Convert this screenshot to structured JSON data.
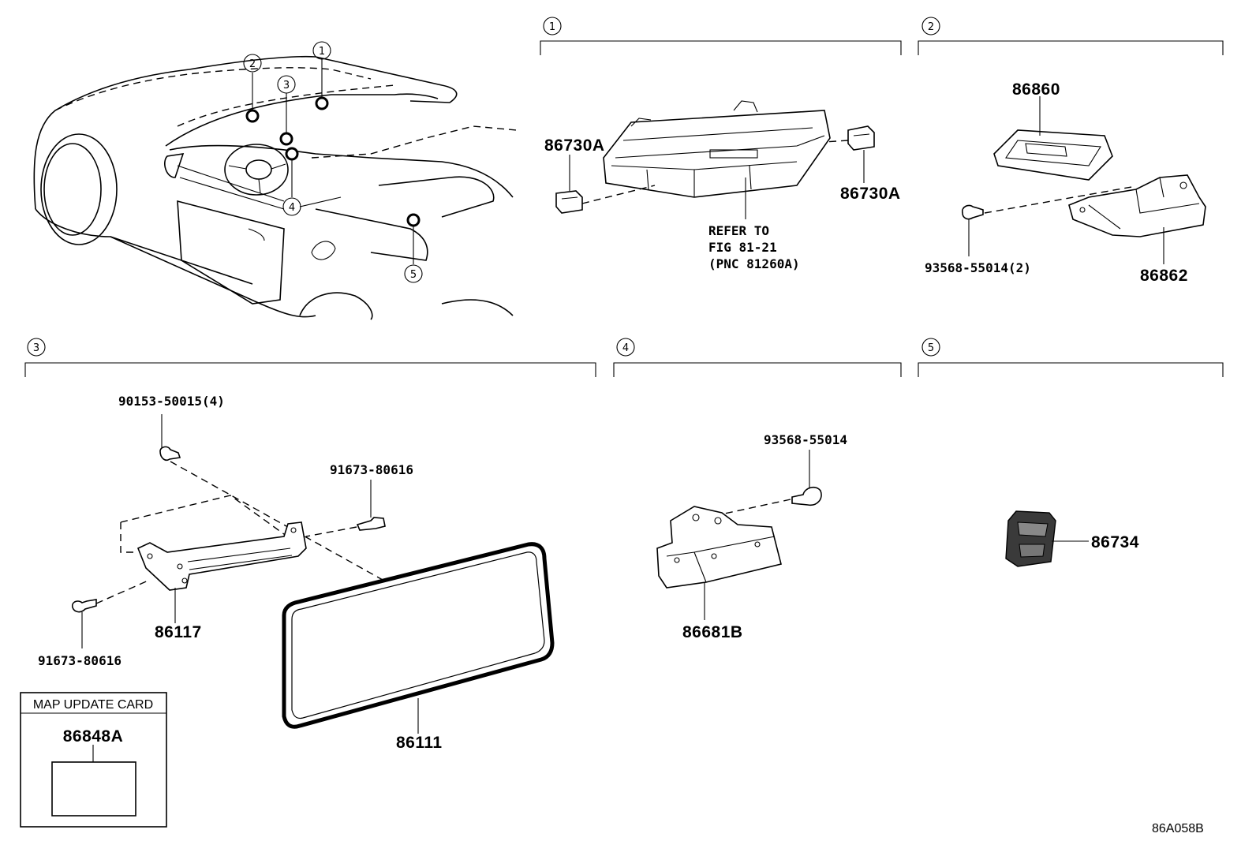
{
  "sections": [
    {
      "number": "1"
    },
    {
      "number": "2"
    },
    {
      "number": "3"
    },
    {
      "number": "4"
    },
    {
      "number": "5"
    }
  ],
  "vehicle_callouts": [
    "1",
    "2",
    "3",
    "4",
    "5"
  ],
  "section1": {
    "part_left": "86730A",
    "part_right": "86730A",
    "refer_line1": "REFER TO",
    "refer_line2": "FIG 81-21",
    "refer_line3": "(PNC 81260A)"
  },
  "section2": {
    "part_top": "86860",
    "part_bolt": "93568-55014(2)",
    "part_bracket": "86862"
  },
  "section3": {
    "part_screw_top": "90153-50015(4)",
    "part_bolt_right": "91673-80616",
    "part_bracket": "86117",
    "part_bolt_left": "91673-80616",
    "part_display": "86111"
  },
  "section4": {
    "part_bolt": "93568-55014",
    "part_unit": "86681B"
  },
  "section5": {
    "part_module": "86734"
  },
  "map_card": {
    "title": "MAP UPDATE CARD",
    "part": "86848A"
  },
  "figure_code": "86A058B"
}
